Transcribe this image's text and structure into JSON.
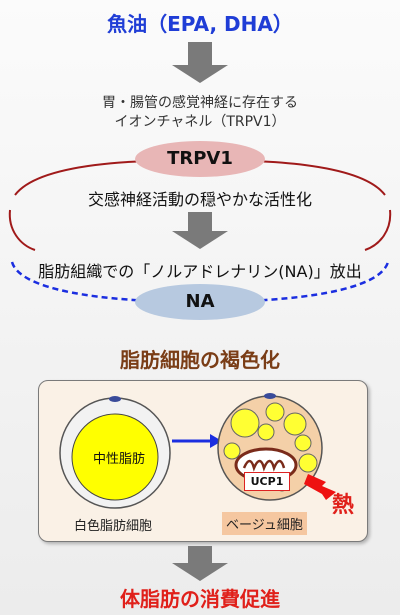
{
  "title": "魚油（EPA, DHA）",
  "trpv1_desc": [
    "胃・腸管の感覚神経に存在する",
    "イオンチャネル（TRPV1）"
  ],
  "trpv1_label": "TRPV1",
  "activation_text": "交感神経活動の穏やかな活性化",
  "release_text": "脂肪組織での「ノルアドレナリン(NA)」放出",
  "na_label": "NA",
  "browning_title": "脂肪細胞の褐色化",
  "neutral_fat_label": "中性脂肪",
  "ucp1_label": "UCP1",
  "heat_label": "熱",
  "white_cell_label": "白色脂肪細胞",
  "beige_cell_label": "ベージュ細胞",
  "final_title": "体脂肪の消費促進"
}
